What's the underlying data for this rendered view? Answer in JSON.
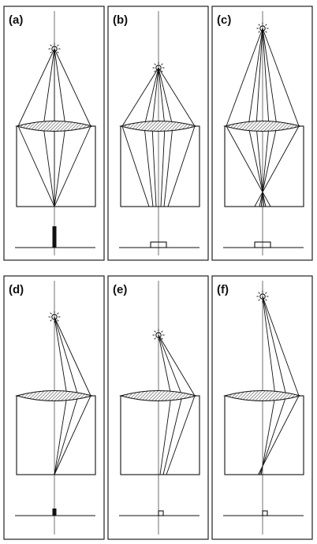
{
  "figure": {
    "panels": [
      {
        "id": "a",
        "label": "(a)",
        "rays": "converging-to-point",
        "spot": "tall-bar"
      },
      {
        "id": "b",
        "label": "(b)",
        "rays": "parallel-after-lens",
        "spot": "wide-box"
      },
      {
        "id": "c",
        "label": "(c)",
        "rays": "crossing-inside-block",
        "spot": "wide-box"
      },
      {
        "id": "d",
        "label": "(d)",
        "rays": "side-fan-to-point",
        "spot": "small-bar"
      },
      {
        "id": "e",
        "label": "(e)",
        "rays": "side-fan-parallel",
        "spot": "small-box"
      },
      {
        "id": "f",
        "label": "(f)",
        "rays": "side-fan-crossing",
        "spot": "small-box"
      }
    ],
    "icons": {
      "source": "light-source-icon",
      "lens": "lens-icon"
    },
    "colors": {
      "ink": "#111111",
      "paper": "#ffffff",
      "hatch": "#666666"
    }
  }
}
